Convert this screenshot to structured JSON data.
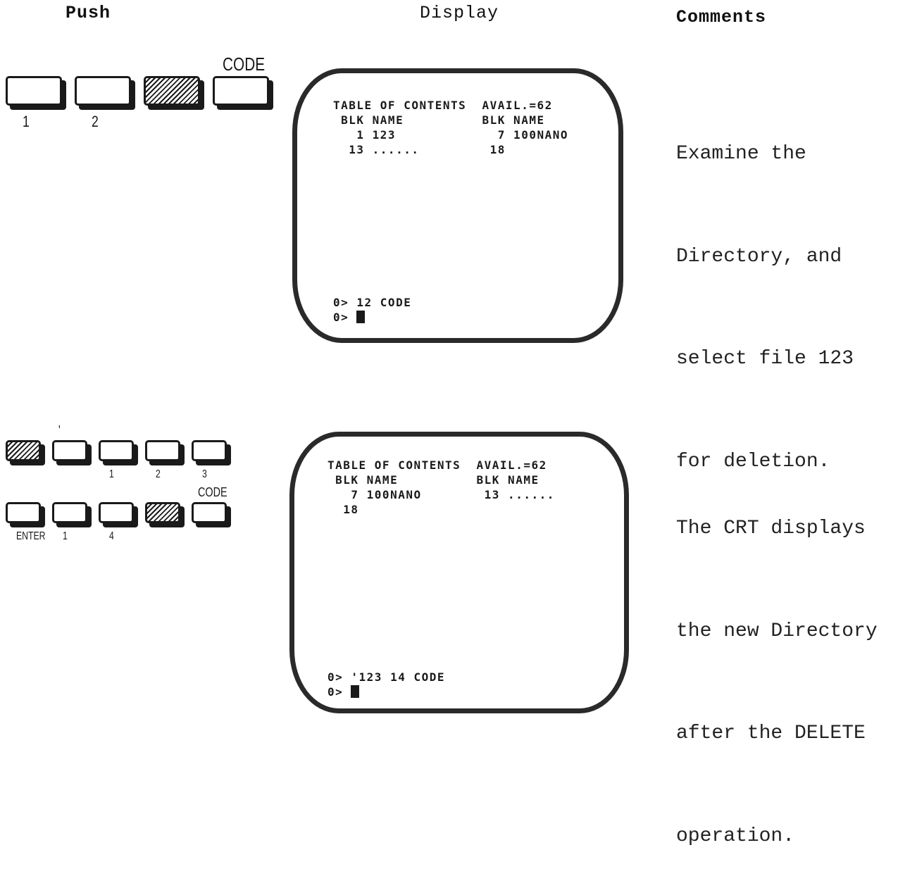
{
  "headers": {
    "push": "Push",
    "display": "Display",
    "comments": "Comments"
  },
  "step1": {
    "keys": [
      {
        "name": "key-1",
        "below": "1",
        "above": "",
        "hatched": false
      },
      {
        "name": "key-2",
        "below": "2",
        "above": "",
        "hatched": false
      },
      {
        "name": "key-shift",
        "below": "",
        "above": "",
        "hatched": true
      },
      {
        "name": "key-code",
        "below": "",
        "above": "CODE",
        "hatched": false
      }
    ],
    "screen": {
      "title": "TABLE OF CONTENTS  AVAIL.=62",
      "col_header": " BLK NAME          BLK NAME",
      "row1": "   1 123             7 100NANO",
      "row2": "  13 ......         18",
      "prompt1": "0> 12 CODE",
      "prompt2": "0> "
    },
    "comment": [
      "Examine the",
      "Directory, and",
      "select file 123",
      "for deletion."
    ]
  },
  "step2": {
    "row_a": [
      {
        "name": "key-shift",
        "below": "",
        "above": "",
        "hatched": true
      },
      {
        "name": "key-apostrophe",
        "below": "",
        "above": "'",
        "hatched": false
      },
      {
        "name": "key-1",
        "below": "1",
        "above": "",
        "hatched": false
      },
      {
        "name": "key-2",
        "below": "2",
        "above": "",
        "hatched": false
      },
      {
        "name": "key-3",
        "below": "3",
        "above": "",
        "hatched": false
      }
    ],
    "row_b": [
      {
        "name": "key-enter",
        "below": "ENTER",
        "above": "",
        "hatched": false
      },
      {
        "name": "key-1",
        "below": "1",
        "above": "",
        "hatched": false
      },
      {
        "name": "key-4",
        "below": "4",
        "above": "",
        "hatched": false
      },
      {
        "name": "key-shift",
        "below": "",
        "above": "",
        "hatched": true
      },
      {
        "name": "key-code",
        "below": "",
        "above": "CODE",
        "hatched": false
      }
    ],
    "screen": {
      "title": "TABLE OF CONTENTS  AVAIL.=62",
      "col_header": " BLK NAME          BLK NAME",
      "row1": "   7 100NANO        13 ......",
      "row2": "  18",
      "prompt1": "0> '123 14 CODE",
      "prompt2": "0> "
    },
    "comment": [
      "The CRT displays",
      "the new Directory",
      "after the DELETE",
      "operation."
    ]
  }
}
